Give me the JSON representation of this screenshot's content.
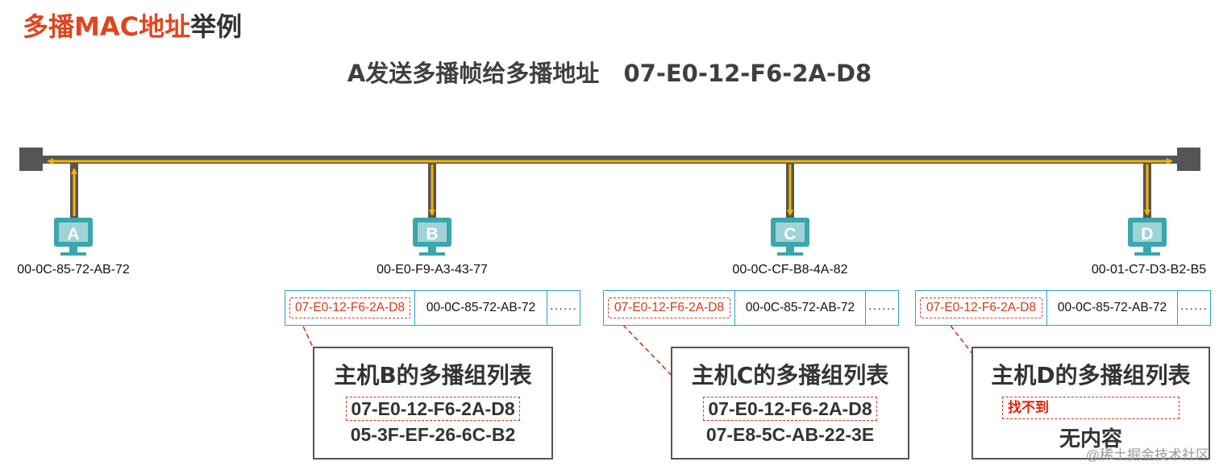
{
  "title": {
    "part_red": "多播MAC地址",
    "part_dark": "举例"
  },
  "subtitle": "A发送多播帧给多播地址   07-E0-12-F6-2A-D8",
  "hosts": [
    {
      "label": "A",
      "mac": "00-0C-85-72-AB-72"
    },
    {
      "label": "B",
      "mac": "00-E0-F9-A3-43-77"
    },
    {
      "label": "C",
      "mac": "00-0C-CF-B8-4A-82"
    },
    {
      "label": "D",
      "mac": "00-01-C7-D3-B2-B5"
    }
  ],
  "frames": [
    {
      "dst": "07-E0-12-F6-2A-D8",
      "src": "00-0C-85-72-AB-72",
      "more": "······"
    },
    {
      "dst": "07-E0-12-F6-2A-D8",
      "src": "00-0C-85-72-AB-72",
      "more": "······"
    },
    {
      "dst": "07-E0-12-F6-2A-D8",
      "src": "00-0C-85-72-AB-72",
      "more": "······"
    }
  ],
  "groups": [
    {
      "title": "主机B的多播组列表",
      "entries": [
        "07-E0-12-F6-2A-D8",
        "05-3F-EF-26-6C-B2"
      ]
    },
    {
      "title": "主机C的多播组列表",
      "entries": [
        "07-E0-12-F6-2A-D8",
        "07-E8-5C-AB-22-3E"
      ]
    },
    {
      "title": "主机D的多播组列表",
      "not_found": "找不到",
      "empty_text": "无内容"
    }
  ],
  "watermark": "@稀土掘金技术社区",
  "colors": {
    "accent_red": "#e0451f",
    "bus": "#555555",
    "signal": "#f5b400",
    "monitor": "#3aa6ad",
    "frame_border": "#2b9fd8",
    "highlight_dash": "#d23a1a"
  }
}
